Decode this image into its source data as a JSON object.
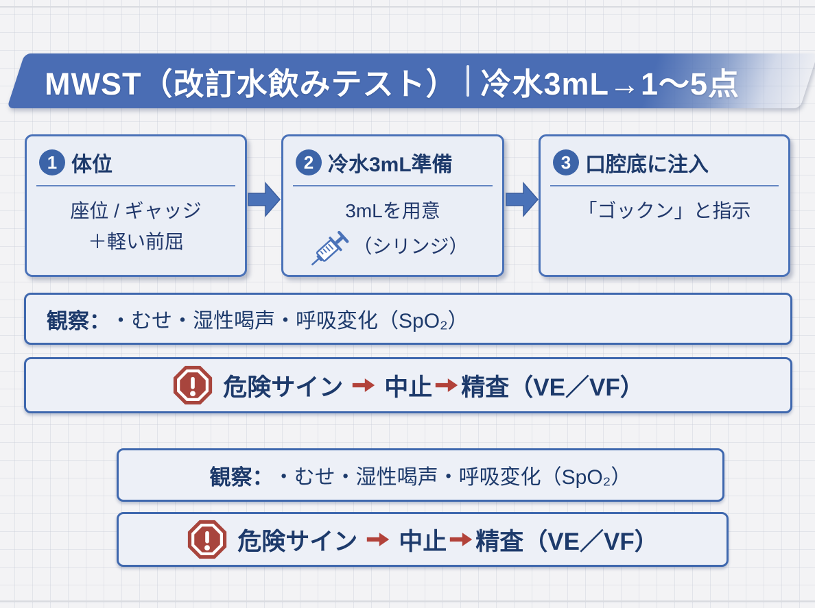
{
  "banner": {
    "title": "MWST（改訂水飲みテスト）",
    "subtitle": "冷水3mL→1〜5点"
  },
  "steps": [
    {
      "num": "1",
      "title": "体位",
      "line1": "座位 / ギャッジ",
      "line2": "＋軽い前屈"
    },
    {
      "num": "2",
      "title": "冷水3mL準備",
      "line1": "3mLを用意",
      "line2": "（シリンジ）"
    },
    {
      "num": "3",
      "title": "口腔底に注入",
      "line1": "「ゴックン」と指示"
    }
  ],
  "observation": {
    "label": "観察：",
    "text": "・むせ・湿性喝声・呼吸変化（SpO₂）"
  },
  "danger": {
    "part1": "危険サイン",
    "part2": "中止",
    "part3": "精査（VE／VF）"
  },
  "icons": {
    "step_arrow": "arrow-right-icon",
    "syringe": "syringe-icon",
    "danger_stop": "stop-warning-icon",
    "red_arrow": "arrow-right-icon"
  },
  "colors": {
    "banner_blue": "#4a6db4",
    "border_blue": "#4a72b8",
    "box_bg": "#eaeef6",
    "navy_text": "#1d3a6b",
    "stop_red": "#a8453d",
    "arrow_red": "#b2423a",
    "background": "#f3f3f5"
  }
}
